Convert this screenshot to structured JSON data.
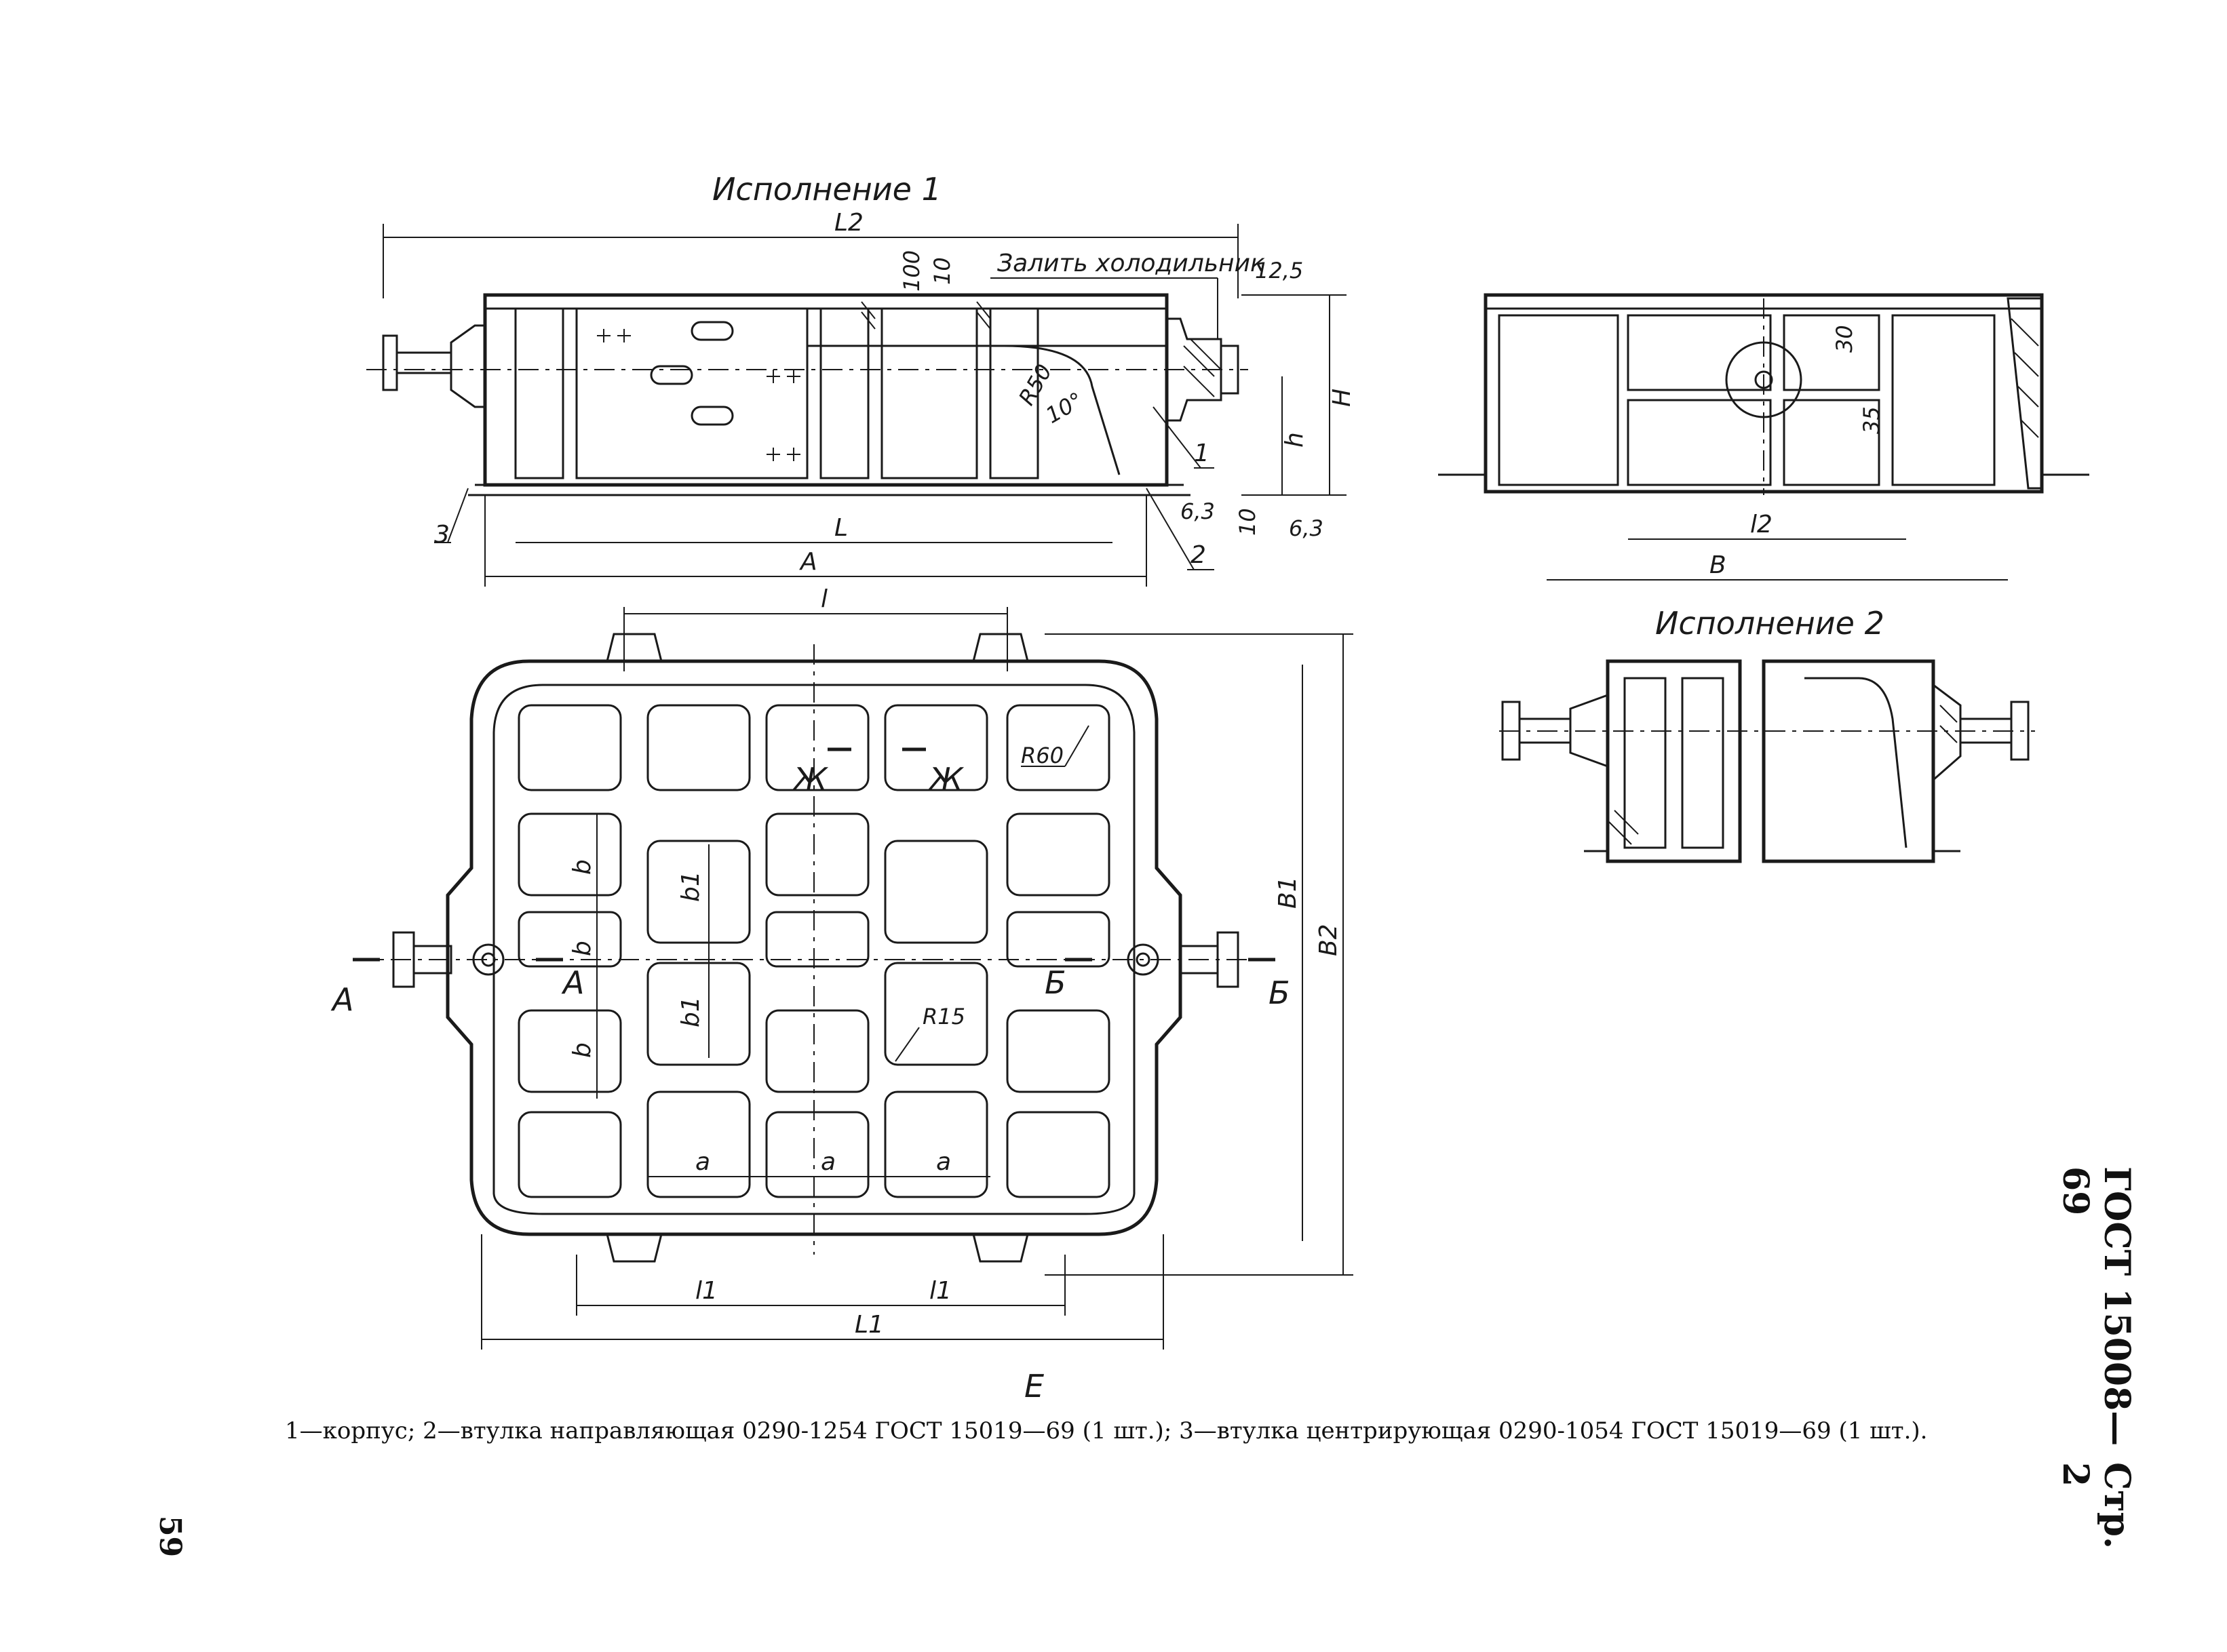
{
  "views": {
    "execution1_title": "Исполнение 1",
    "execution2_title": "Исполнение 2",
    "fill_note": "Залить холодильник"
  },
  "dimensions": {
    "L2": "L2",
    "L": "L",
    "A": "A",
    "H": "H",
    "h": "h",
    "l2": "l2",
    "B": "B",
    "l": "l",
    "B1": "B1",
    "B2": "B2",
    "b": "b",
    "b1": "b1",
    "a": "a",
    "l1": "l1",
    "L1": "L1",
    "r50": "R50",
    "r60": "R60",
    "r15": "R15",
    "angle10": "10°",
    "v100": "100",
    "v10a": "10",
    "v10b": "10",
    "v30": "30",
    "v35": "35",
    "rough125": "12,5",
    "rough63a": "6,3",
    "rough63b": "6,3"
  },
  "callouts": {
    "c1": "1",
    "c2": "2",
    "c3": "3"
  },
  "sections": {
    "A": "А",
    "B": "Б",
    "Zh": "Ж",
    "E": "Е"
  },
  "caption": "1—корпус; 2—втулка направляющая 0290-1254 ГОСТ 15019—69 (1 шт.); 3—втулка центрирующая 0290-1054 ГОСТ 15019—69 (1 шт.).",
  "side_code": {
    "standard": "ГОСТ 15008—69",
    "page": "Стр. 2"
  },
  "page_number": "59"
}
